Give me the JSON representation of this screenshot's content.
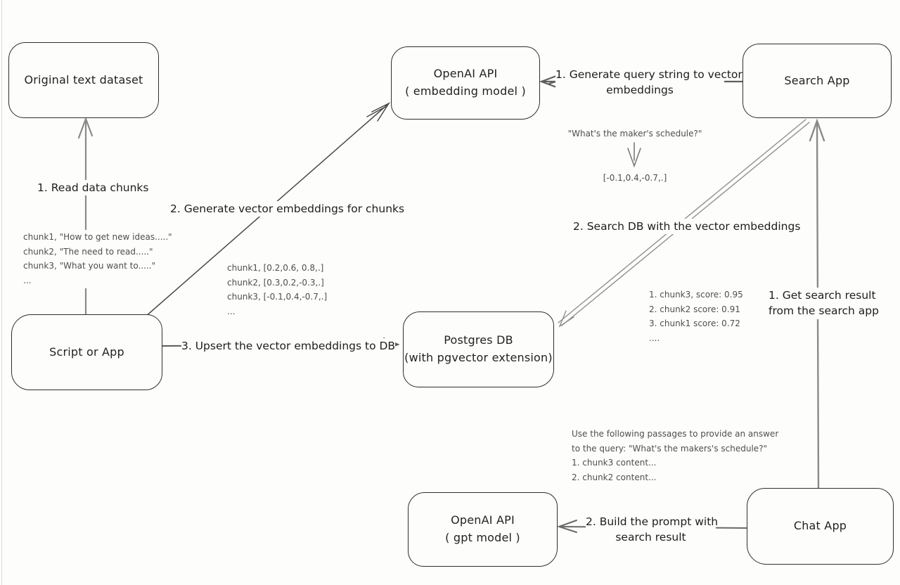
{
  "diagram": {
    "boxes": {
      "original_dataset": {
        "label": "Original text dataset"
      },
      "openai_embedding": {
        "line1": "OpenAI API",
        "line2": "( embedding model )"
      },
      "search_app": {
        "label": "Search App"
      },
      "script_or_app": {
        "label": "Script or App"
      },
      "postgres_db": {
        "line1": "Postgres DB",
        "line2": "(with pgvector extension)"
      },
      "openai_gpt": {
        "line1": "OpenAI API",
        "line2": "( gpt model )"
      },
      "chat_app": {
        "label": "Chat App"
      }
    },
    "edge_labels": {
      "read_chunks": "1. Read data chunks",
      "generate_embeddings": "2. Generate vector embeddings for chunks",
      "upsert": "3. Upsert the vector embeddings  to DB",
      "query_to_vector_line1": "1. Generate query string to vector",
      "query_to_vector_line2": "embeddings",
      "search_db": "2. Search DB with the vector embeddings",
      "get_result_line1": "1. Get search result",
      "get_result_line2": "from the search app",
      "build_prompt_line1": "2. Build the prompt with",
      "build_prompt_line2": "search result"
    },
    "annotations": {
      "chunks": [
        "chunk1, \"How to get new ideas.....\"",
        "chunk2, \"The need to read.....\"",
        "chunk3, \"What you want to.....\"",
        "..."
      ],
      "chunk_vectors": [
        "chunk1, [0.2,0.6, 0.8,.]",
        "chunk2, [0.3,0.2,-0.3,.]",
        "chunk3, [-0.1,0.4,-0.7,.]",
        "..."
      ],
      "query_text": "\"What's the maker's schedule?\"",
      "query_vector": "[-0.1,0.4,-0.7,.]",
      "scores": [
        "1. chunk3, score: 0.95",
        "2. chunk2 score: 0.91",
        "3. chunk1 score: 0.72",
        "...."
      ],
      "prompt": [
        "Use the following passages to provide an answer",
        "to the query: \"What's the makers's schedule?\"",
        "1. chunk3 content...",
        "2. chunk2 content..."
      ]
    },
    "colors": {
      "background": "#fdfdfb",
      "box_border": "#2e2e2e",
      "arrow_gray": "#8a8a8a",
      "arrow_dark": "#4a4a4a",
      "label_text": "#1d1d1d",
      "annotation_text": "#4e4e4e"
    }
  }
}
